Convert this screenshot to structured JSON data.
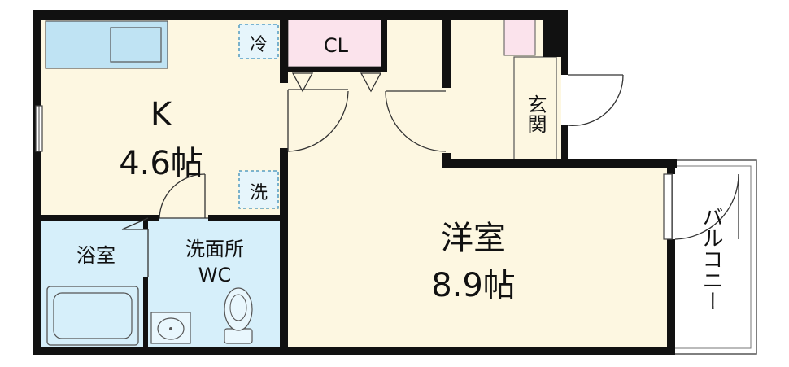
{
  "colors": {
    "wall": "#111111",
    "kitchen_floor": "#fdf7e1",
    "western_floor": "#fdf7e1",
    "entrance_floor": "#fdf7e1",
    "wet_area_floor": "#d6effa",
    "closet": "#fbe3ec",
    "fixture": "#bfe3f3",
    "balcony_floor": "#ffffff"
  },
  "rooms": {
    "kitchen": {
      "name": "K",
      "size": "4.6帖"
    },
    "western": {
      "name": "洋室",
      "size": "8.9帖"
    },
    "bath": {
      "name": "浴室"
    },
    "washroom": {
      "name": "洗面所",
      "toilet": "WC"
    },
    "closet": {
      "name": "CL"
    },
    "entrance": {
      "name": "玄関"
    },
    "balcony": {
      "name": "バルコニー"
    }
  },
  "markers": {
    "refrigerator": "冷",
    "washer": "洗"
  },
  "icons": [
    "door-swing-icon",
    "sink-icon",
    "toilet-icon",
    "bathtub-icon",
    "window-icon"
  ]
}
